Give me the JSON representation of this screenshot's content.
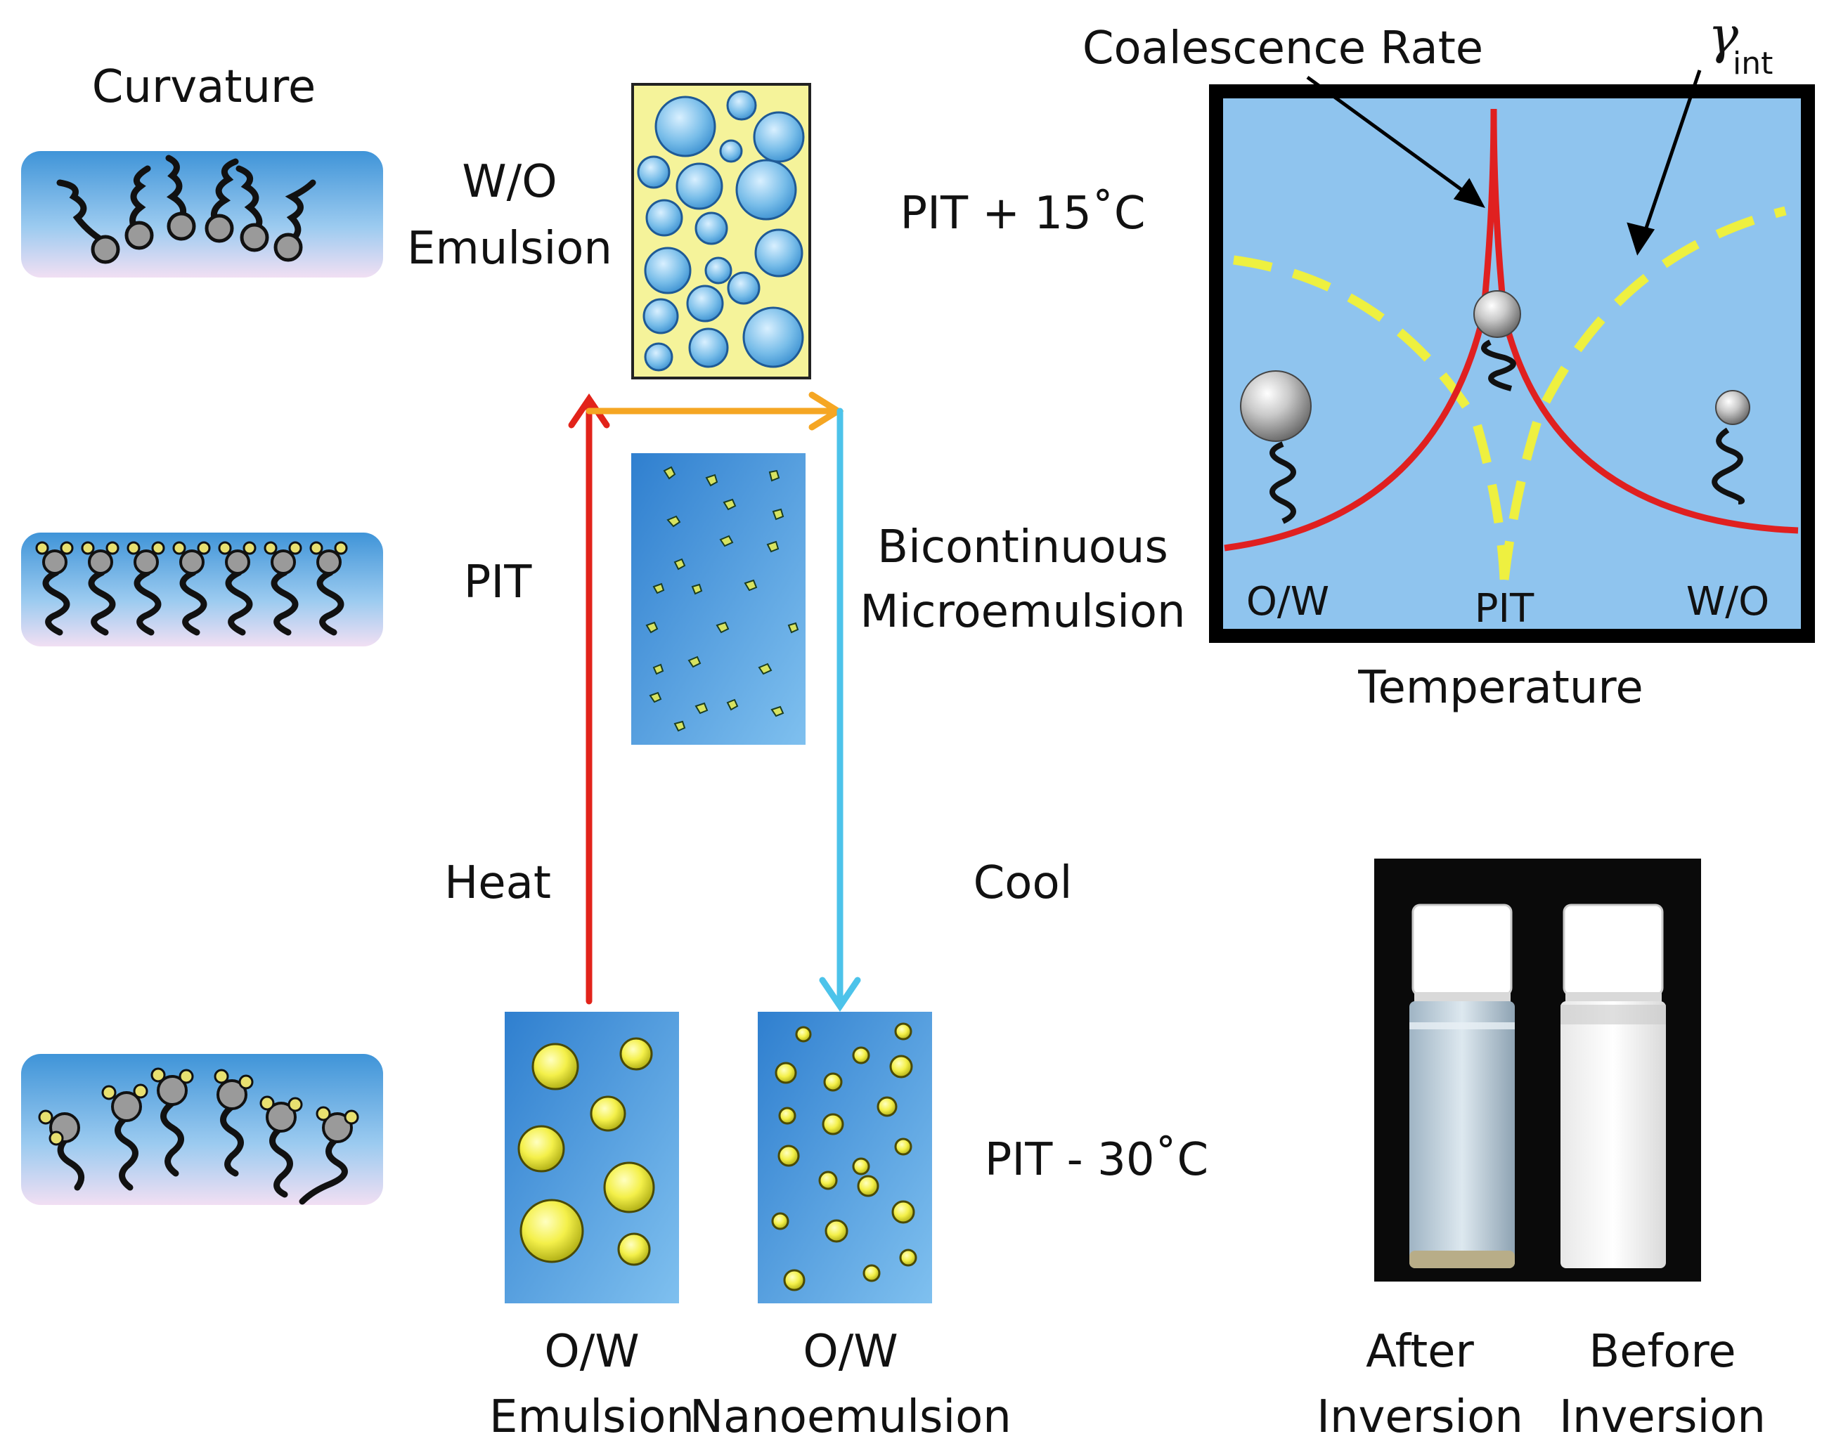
{
  "labels": {
    "curvature": "Curvature",
    "wo_emulsion_line1": "W/O",
    "wo_emulsion_line2": "Emulsion",
    "pit_plus": "PIT + 15˚C",
    "pit_middle": "PIT",
    "bicontinuous_line1": "Bicontinuous",
    "bicontinuous_line2": "Microemulsion",
    "heat": "Heat",
    "cool": "Cool",
    "pit_minus": "PIT - 30˚C",
    "ow_emulsion_line1": "O/W",
    "ow_emulsion_line2": "Emulsion",
    "ow_nano_line1": "O/W",
    "ow_nano_line2": "Nanoemulsion"
  },
  "graph": {
    "coalescence_label": "Coalescence Rate",
    "gamma_symbol": "γ",
    "gamma_subscript": "int",
    "x_left": "O/W",
    "x_mid": "PIT",
    "x_right": "W/O",
    "axis_title": "Temperature",
    "colors": {
      "background": "#8fc4ee",
      "coalescence_curve": "#e02020",
      "gamma_curve": "#eef040",
      "frame": "#000000"
    }
  },
  "photo": {
    "after_line1": "After",
    "after_line2": "Inversion",
    "before_line1": "Before",
    "before_line2": "Inversion"
  },
  "arrows": {
    "heat_color": "#e2231a",
    "top_color": "#f5a623",
    "cool_color": "#4cc3ea"
  }
}
